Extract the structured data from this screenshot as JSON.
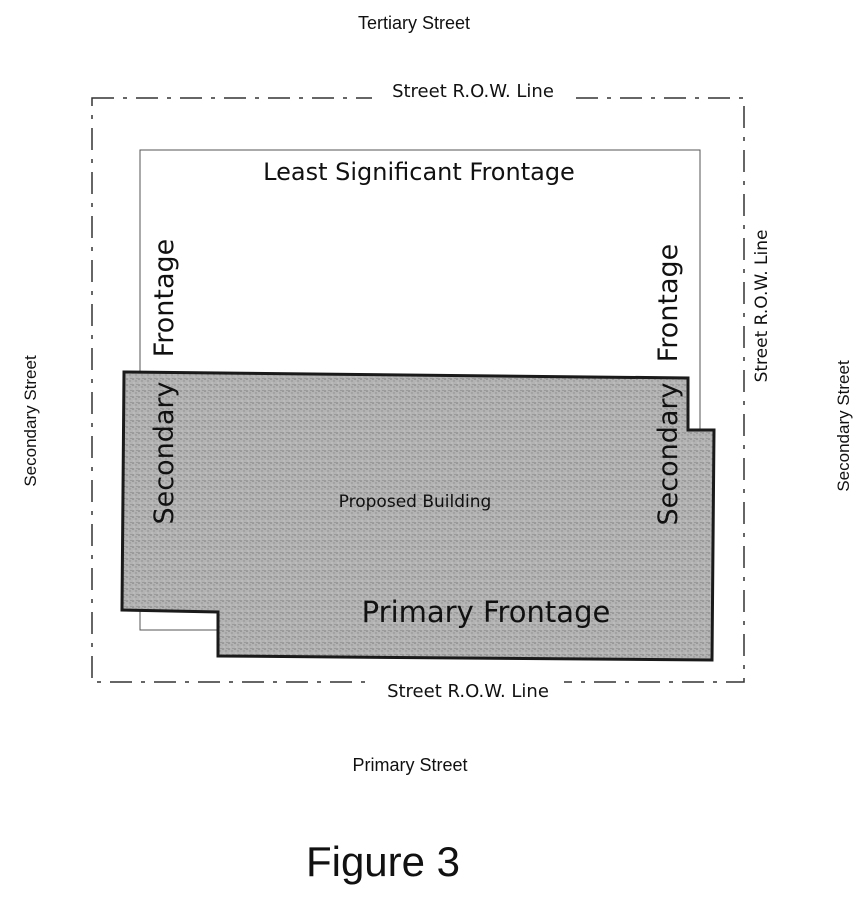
{
  "streets": {
    "tertiary": "Tertiary Street",
    "primary": "Primary Street",
    "secondary_left": "Secondary Street",
    "secondary_right": "Secondary Street"
  },
  "row_lines": {
    "top": "Street R.O.W. Line",
    "bottom": "Street R.O.W. Line",
    "right": "Street R.O.W. Line"
  },
  "frontages": {
    "least_significant": "Least Significant Frontage",
    "secondary_left_line1": "Frontage",
    "secondary_left_line2": "Secondary",
    "secondary_right_line1": "Frontage",
    "secondary_right_line2": "Secondary",
    "primary": "Primary Frontage"
  },
  "building": {
    "label": "Proposed Building",
    "fill_color": "#a9a9a9"
  },
  "figure": {
    "caption": "Figure 3"
  }
}
